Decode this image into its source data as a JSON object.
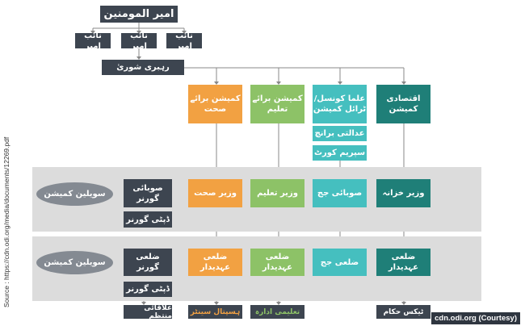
{
  "top": {
    "amir": "امیر المومنین",
    "deputies": [
      "نائب امیر",
      "نائب امیر",
      "نائب امیر"
    ],
    "shura": "رہبری شوریٰ"
  },
  "commissions": [
    {
      "label": "کمیشن برائے صحت",
      "color": "#f2a142"
    },
    {
      "label": "کمیشن برائے تعلیم",
      "color": "#8dc267"
    },
    {
      "label": "علما کونسل/ ٹرائل کمیشن",
      "color": "#45bfbf"
    },
    {
      "label": "اقتصادی کمیشن",
      "color": "#1f7f78"
    }
  ],
  "judicial": {
    "branch": "عدالتی برانچ",
    "supreme": "سپریم کورٹ"
  },
  "provincial": {
    "commission": "سویلین کمیشن",
    "governor": "صوبائی گورنر",
    "deputy": "ڈپٹی گورنر",
    "health": "وزیر صحت",
    "education": "وزیر تعلیم",
    "judge": "صوبائی جج",
    "finance": "وزیر خزانہ"
  },
  "district": {
    "commission": "سویلین کمیشن",
    "governor": "ضلعی گورنر",
    "deputy": "ڈپٹی گورنر",
    "health": "ضلعی عہدیدار",
    "education": "ضلعی عہدیدار",
    "judge": "ضلعی جج",
    "finance": "ضلعی عہدیدار"
  },
  "local": {
    "area": "علاقائی منتظم",
    "hospital": "ہسپتال سینٹر",
    "school": "تعلیمی ادارہ",
    "tax": "ٹیکس حکام"
  },
  "source": "Source : https://cdn.odi.org/media/documents/12269.pdf",
  "credit": "cdn.odi.org (Courtesy)"
}
